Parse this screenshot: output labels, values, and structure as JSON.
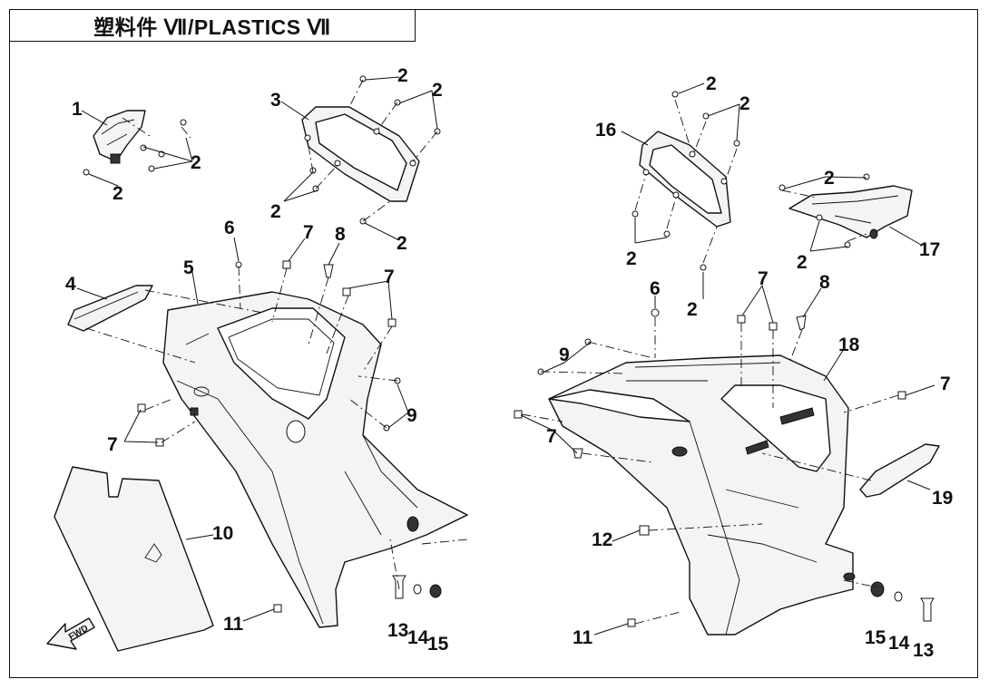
{
  "title": "塑料件 Ⅶ/PLASTICS Ⅶ",
  "fwd_label": "FWD",
  "callouts": {
    "c1": "1",
    "c2a": "2",
    "c2b": "2",
    "c2c": "2",
    "c2d": "2",
    "c2e": "2",
    "c2f": "2",
    "c3": "3",
    "c4": "4",
    "c5": "5",
    "c6a": "6",
    "c7a": "7",
    "c7b": "7",
    "c7c": "7",
    "c8a": "8",
    "c9a": "9",
    "c10": "10",
    "c11a": "11",
    "c13a": "13",
    "c14a": "14",
    "c15a": "15",
    "c16": "16",
    "c2g": "2",
    "c2h": "2",
    "c2i": "2",
    "c2j": "2",
    "c2k": "2",
    "c2l": "2",
    "c17": "17",
    "c6b": "6",
    "c7d": "7",
    "c8b": "8",
    "c9b": "9",
    "c18": "18",
    "c7e": "7",
    "c7f": "7",
    "c19": "19",
    "c12": "12",
    "c11b": "11",
    "c15b": "15",
    "c14b": "14",
    "c13b": "13"
  }
}
